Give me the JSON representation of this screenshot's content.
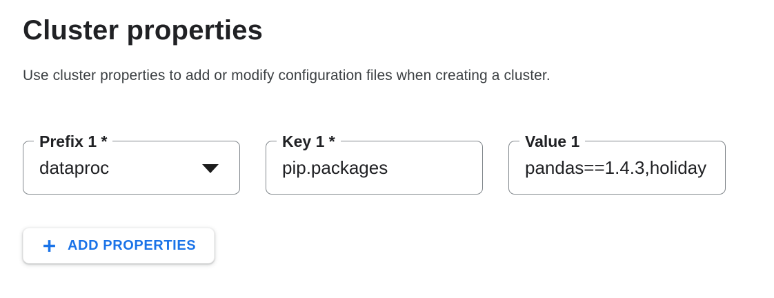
{
  "header": {
    "title": "Cluster properties",
    "description": "Use cluster properties to add or modify configuration files when creating a cluster."
  },
  "properties_row": {
    "prefix": {
      "label": "Prefix 1 *",
      "value": "dataproc",
      "control": "dropdown",
      "required": true
    },
    "key": {
      "label": "Key 1 *",
      "value": "pip.packages",
      "control": "text-input",
      "required": true
    },
    "value": {
      "label": "Value 1",
      "value": "pandas==1.4.3,holiday",
      "value_displayed_truncated": "pandas==1.4.3,holida",
      "control": "text-input",
      "required": false
    }
  },
  "actions": {
    "add_properties_label": "ADD PROPERTIES"
  },
  "icons": {
    "dropdown_arrow": "caret-down-triangle",
    "add": "plus"
  },
  "colors": {
    "accent_blue": "#1a73e8",
    "outline_gray": "#80868b",
    "text_primary": "#202124",
    "text_secondary": "#3c4043",
    "background": "#ffffff"
  }
}
